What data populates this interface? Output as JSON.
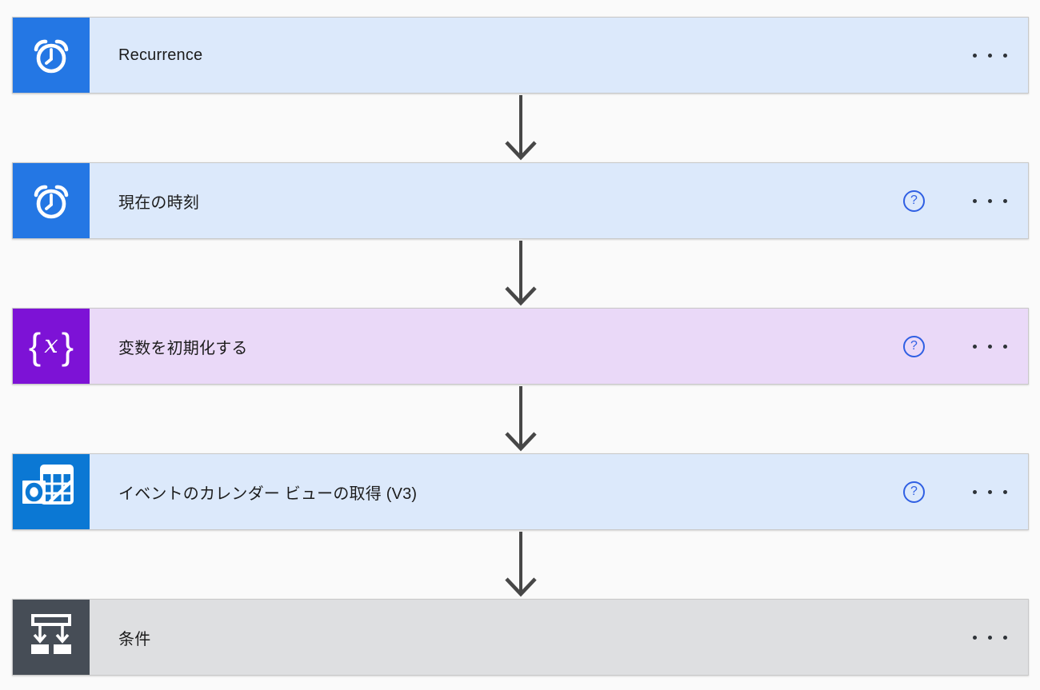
{
  "flow": {
    "background": "#fafafa",
    "connector_color": "#474747",
    "help_icon": {
      "glyph": "?",
      "color": "#2f5fe3"
    },
    "steps": [
      {
        "title": "Recurrence",
        "icon": "alarm-clock-icon",
        "icon_bg": "#2477e4",
        "body_bg": "#dce9fb",
        "has_help": false,
        "has_menu": true
      },
      {
        "title": "現在の時刻",
        "icon": "alarm-clock-icon",
        "icon_bg": "#2477e4",
        "body_bg": "#dce9fb",
        "has_help": true,
        "has_menu": true
      },
      {
        "title": "変数を初期化する",
        "icon": "initialize-variable-icon",
        "icon_bg": "#7d12d6",
        "body_bg": "#ead9f8",
        "has_help": true,
        "has_menu": true
      },
      {
        "title": "イベントのカレンダー ビューの取得 (V3)",
        "icon": "outlook-calendar-icon",
        "icon_bg": "#0b78d4",
        "body_bg": "#dce9fb",
        "has_help": true,
        "has_menu": true
      },
      {
        "title": "条件",
        "icon": "condition-branch-icon",
        "icon_bg": "#464d56",
        "body_bg": "#dedfe1",
        "has_help": false,
        "has_menu": true
      }
    ],
    "variable_glyph": {
      "open_brace": "{",
      "x": "x",
      "close_brace": "}"
    }
  }
}
